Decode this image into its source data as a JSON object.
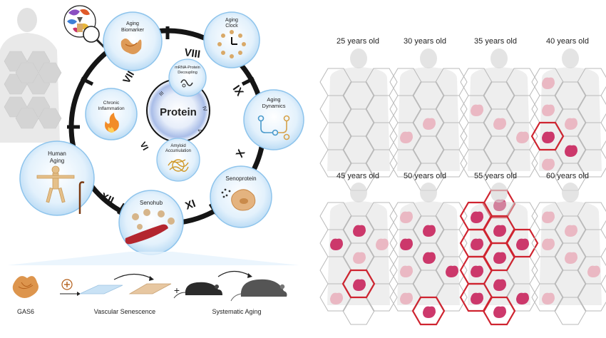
{
  "clock": {
    "center": "Protein",
    "romans": {
      "r3": "III",
      "r4": "IV",
      "r5": "V",
      "r6": "VI",
      "r7": "VII",
      "r8": "VIII",
      "r9": "IX",
      "r10": "X",
      "r11": "XI",
      "r12": "XII"
    },
    "bubbles": {
      "biomarker_a": "Aging",
      "biomarker_b": "Biomarker",
      "clock_a": "Aging",
      "clock_b": "Clock",
      "dynamics_a": "Aging",
      "dynamics_b": "Dynamics",
      "senoprotein": "Senoprotein",
      "senohub": "Senohub",
      "human_a": "Human",
      "human_b": "Aging",
      "chronic_a": "Chronic",
      "chronic_b": "Inflammation",
      "decoupling_a": "mRNA-Protein",
      "decoupling_b": "Decoupling",
      "amyloid_a": "Amyloid",
      "amyloid_b": "Accumulation"
    }
  },
  "pathway": {
    "gas6": "GAS6",
    "vascular": "Vascular Senescence",
    "plus": "+",
    "systematic": "Systematic Aging"
  },
  "ages": {
    "a25": "25 years old",
    "a30": "30 years old",
    "a35": "35 years old",
    "a40": "40 years old",
    "a45": "45 years old",
    "a50": "50 years old",
    "a55": "55 years old",
    "a60": "60 years old"
  },
  "colors": {
    "bubble_fill": "#d9ecfa",
    "bubble_stroke": "#8ec4ec",
    "clock_ring": "#151515",
    "organ_pink": "#e8a6b4",
    "organ_magenta": "#c8245c",
    "highlight_red": "#cf2430",
    "hex_line": "#b9b9b9",
    "silhouette": "#d9d9d9"
  }
}
